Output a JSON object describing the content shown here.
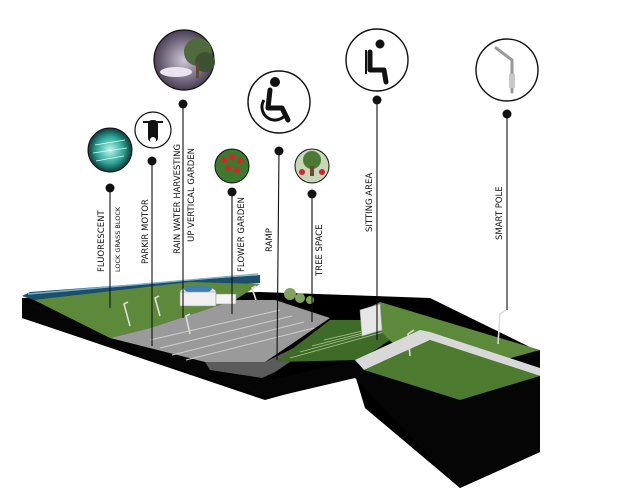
{
  "labels": {
    "fluorescent": "FLUORESCENT",
    "lock_grass_block": "LOCK GRASS BLOCK",
    "parking_motor": "PARKIR MOTOR",
    "rain_water": "RAIN WATER HARVESTING",
    "vertical_garden": "UP VERTICAL GARDEN",
    "flower_garden": "FLOWER GARDEN",
    "ramp": "RAMP",
    "tree_space": "TREE SPACE",
    "sitting_area": "SITTING AREA",
    "smart_pole": "SMART POLE"
  },
  "icons": {
    "fluorescent": "fluorescent-grass-photo-icon",
    "parking_motor": "motorcycle-icon",
    "vertical_garden": "vertical-garden-photo-icon",
    "flower_garden": "flower-garden-photo-icon",
    "ramp": "wheelchair-icon",
    "tree_space": "tree-space-photo-icon",
    "sitting_area": "sitting-person-icon",
    "smart_pole": "smart-pole-icon"
  },
  "colors": {
    "ink": "#111111",
    "grass": "#5d8a3a",
    "grass_dark": "#3f6b28",
    "water": "#1b4f6b",
    "paving": "#9a9a9a",
    "flower": "#d3262a"
  }
}
